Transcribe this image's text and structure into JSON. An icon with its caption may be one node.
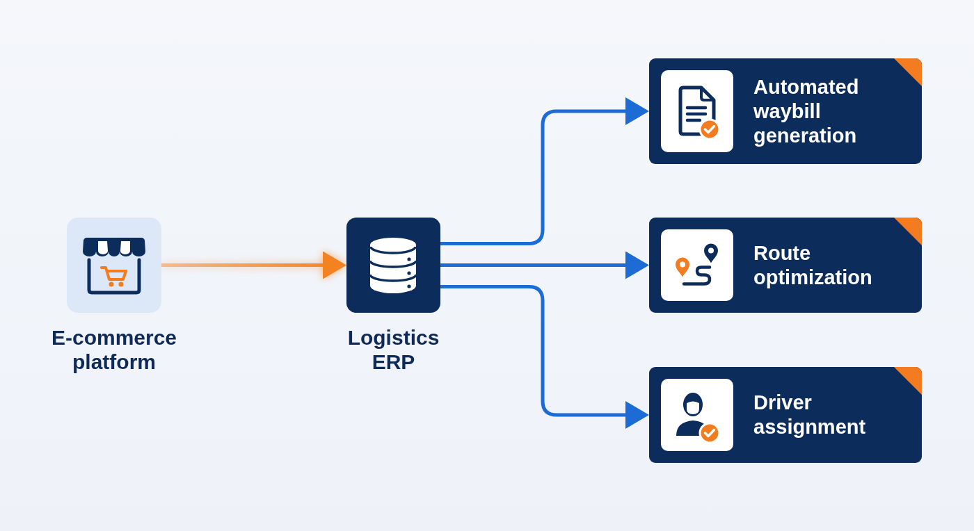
{
  "diagram": {
    "nodes": [
      {
        "text": [
          "E-commerce platform"
        ]
      },
      {
        "text": [
          "Logistics ERP"
        ]
      },
      {
        "text": [
          "Automated waybill generation"
        ]
      },
      {
        "text": [
          "Route optimization"
        ]
      },
      {
        "text": [
          "Driver assignment"
        ]
      }
    ],
    "edges": [
      {
        "from": 0,
        "to": 1,
        "arrow": "to",
        "color": "#f58220"
      },
      {
        "from": 1,
        "to": 2,
        "arrow": "to"
      },
      {
        "from": 1,
        "to": 3,
        "arrow": "to"
      },
      {
        "from": 1,
        "to": 4,
        "arrow": "to"
      }
    ]
  }
}
